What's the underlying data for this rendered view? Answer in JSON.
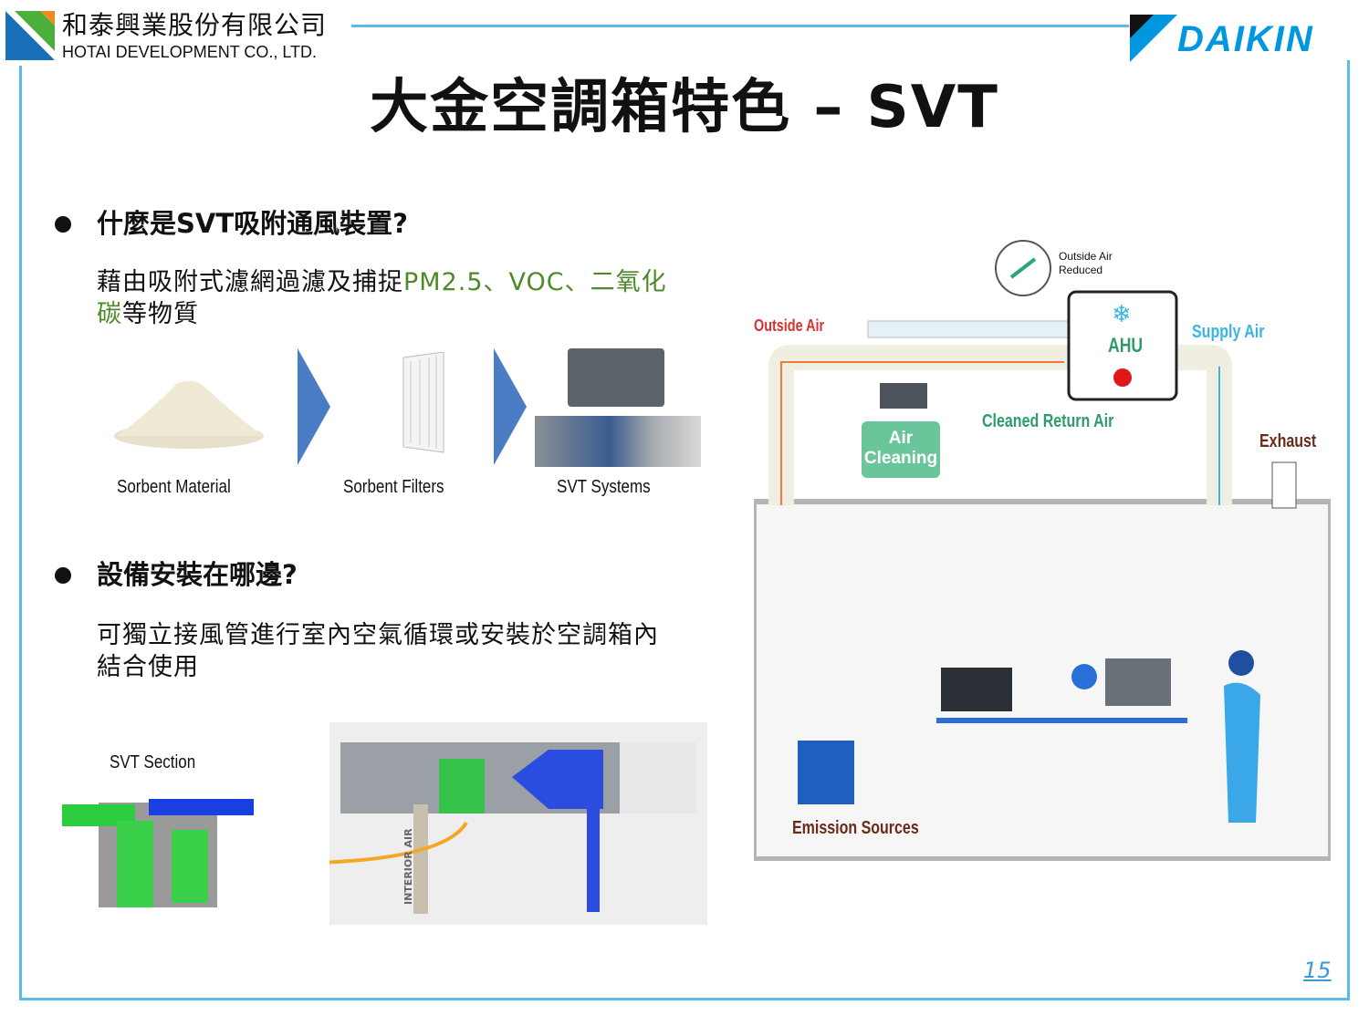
{
  "header": {
    "company_cn": "和泰興業股份有限公司",
    "company_en": "HOTAI DEVELOPMENT CO., LTD.",
    "brand": "DAIKIN"
  },
  "title": "大金空調箱特色 – SVT",
  "section1": {
    "heading": "什麼是SVT吸附通風裝置?",
    "text_plain1": "藉由吸附式濾網過濾及捕捉",
    "text_green1": "PM2.5、VOC、二氧化",
    "text_green2": "碳",
    "text_plain2": "等物質",
    "steps": [
      {
        "label": "Sorbent Material"
      },
      {
        "label": "Sorbent Filters"
      },
      {
        "label": "SVT Systems"
      }
    ]
  },
  "section2": {
    "heading": "設備安裝在哪邊?",
    "text_line1": "可獨立接風管進行室內空氣循環或安裝於空調箱內",
    "text_line2": "結合使用",
    "svt_section_label": "SVT Section",
    "interior_air_label": "INTERIOR AIR"
  },
  "diagram": {
    "outside_air_reduced": "Outside Air Reduced",
    "outside_air": "Outside Air",
    "ahu": "AHU",
    "supply_air": "Supply Air",
    "cleaned_return_air": "Cleaned Return Air",
    "air_cleaning": "Air Cleaning",
    "exhaust": "Exhaust",
    "emission_sources": "Emission Sources"
  },
  "page_number": "15",
  "colors": {
    "frame": "#5bbbe8",
    "green_text": "#4f8a2a",
    "daikin_blue": "#0097e0",
    "chevron": "#4a7cc4"
  }
}
